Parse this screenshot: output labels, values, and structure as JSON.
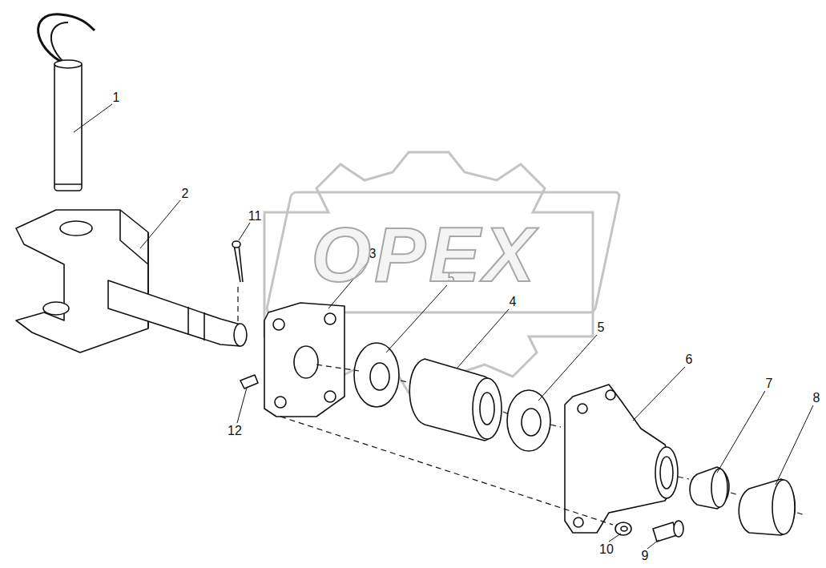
{
  "diagram": {
    "labels": [
      "1",
      "2",
      "11",
      "3",
      "5",
      "4",
      "5",
      "6",
      "7",
      "8",
      "12",
      "10",
      "9",
      "OPEX"
    ]
  }
}
